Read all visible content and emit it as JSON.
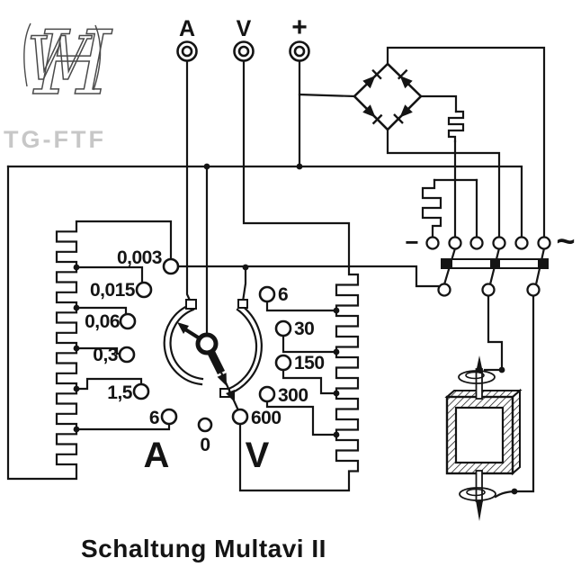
{
  "logo": {
    "letter1": "H",
    "letter2": "W"
  },
  "watermark": "TG-FTF",
  "terminals": {
    "ammeter": "A",
    "voltmeter": "V",
    "plus": "+"
  },
  "polarity": {
    "minus": "−",
    "ac": "~"
  },
  "ranges": {
    "a": [
      "0,003",
      "0,015",
      "0,06",
      "0,3",
      "1,5",
      "6"
    ],
    "v": [
      "6",
      "30",
      "150",
      "300",
      "600"
    ],
    "zero": "0"
  },
  "section_labels": {
    "amps": "A",
    "volts": "V"
  },
  "caption": "Schaltung Multavi II"
}
